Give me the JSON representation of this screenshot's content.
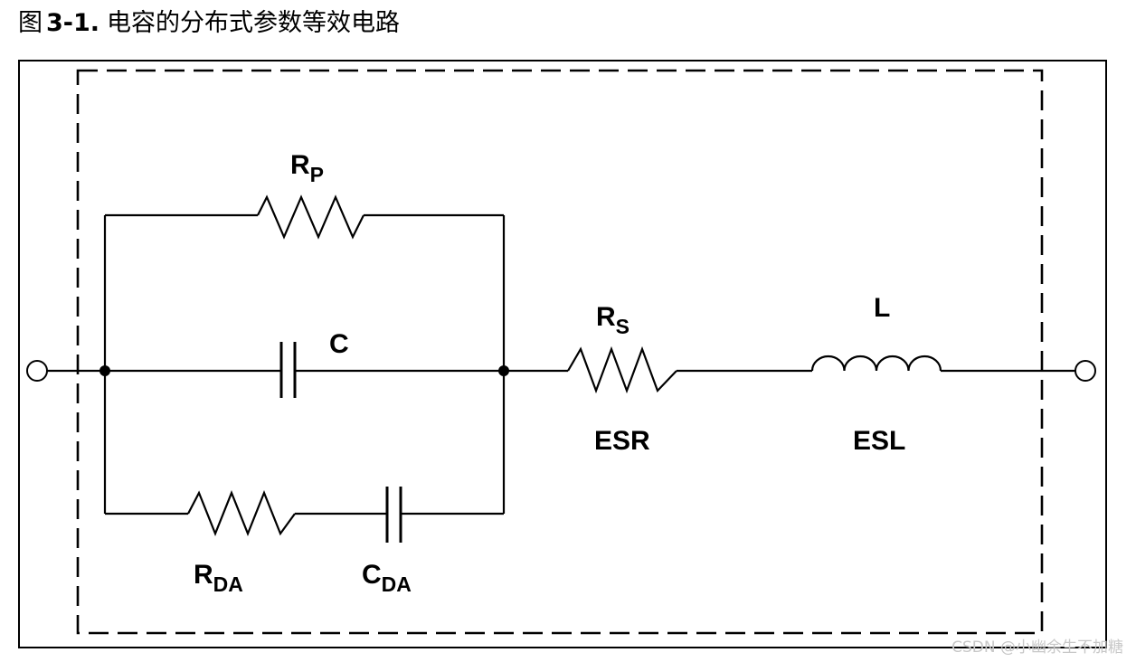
{
  "figure": {
    "prefix": "图",
    "number": "3-1.",
    "caption": "电容的分布式参数等效电路"
  },
  "labels": {
    "rp": {
      "main": "R",
      "sub": "P"
    },
    "c": {
      "main": "C"
    },
    "rs": {
      "main": "R",
      "sub": "S"
    },
    "esr": {
      "main": "ESR"
    },
    "l": {
      "main": "L"
    },
    "esl": {
      "main": "ESL"
    },
    "rda": {
      "main": "R",
      "sub": "DA"
    },
    "cda": {
      "main": "C",
      "sub": "DA"
    }
  },
  "watermark": "CSDN @小幽余生不加糖",
  "colors": {
    "line": "#000000",
    "watermark": "#c8c8c8"
  }
}
